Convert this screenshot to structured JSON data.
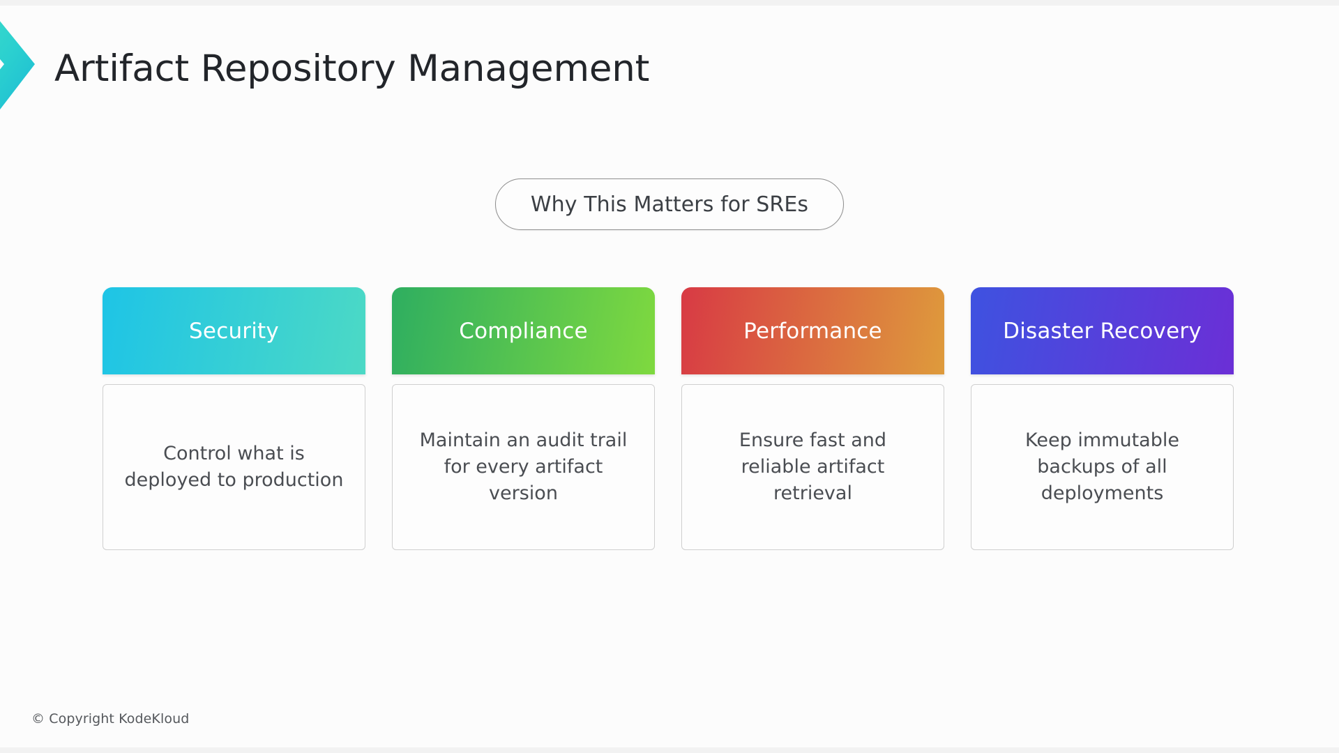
{
  "slide": {
    "title": "Artifact Repository Management",
    "section_pill": "Why This Matters for SREs",
    "footer": "© Copyright KodeKloud",
    "background": "#fcfcfc",
    "title_color": "#22252a"
  },
  "brand": {
    "logo_name": "kodekloud-chevron-logo",
    "gradient_from": "#3FE0C8",
    "gradient_to": "#1BB8D4"
  },
  "cards": [
    {
      "title": "Security",
      "body": "Control what is deployed to production",
      "gradient_from": "#1EC4E6",
      "gradient_to": "#4CD9C5"
    },
    {
      "title": "Compliance",
      "body": "Maintain an audit trail for every artifact version",
      "gradient_from": "#2EAE60",
      "gradient_to": "#7FD93F"
    },
    {
      "title": "Performance",
      "body": "Ensure fast and reliable artifact retrieval",
      "gradient_from": "#D83A44",
      "gradient_to": "#DE9B3C"
    },
    {
      "title": "Disaster Recovery",
      "body": "Keep immutable backups of all deployments",
      "gradient_from": "#3E52E0",
      "gradient_to": "#6B2FD6"
    }
  ]
}
